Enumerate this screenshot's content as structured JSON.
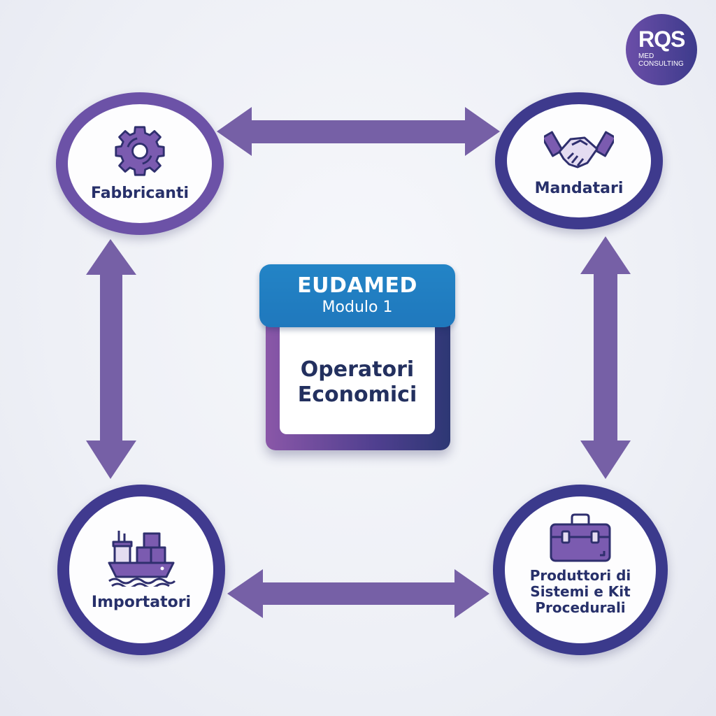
{
  "logo": {
    "brand": "RQS",
    "line1": "MED",
    "line2": "CONSULTING"
  },
  "center": {
    "header_title": "EUDAMED",
    "header_subtitle": "Modulo 1",
    "body_line1": "Operatori",
    "body_line2": "Economici"
  },
  "nodes": [
    {
      "id": "fabbricanti",
      "label": "Fabbricanti",
      "icon": "gear-icon"
    },
    {
      "id": "mandatari",
      "label": "Mandatari",
      "icon": "handshake-icon"
    },
    {
      "id": "importatori",
      "label": "Importatori",
      "icon": "cargo-ship-icon"
    },
    {
      "id": "produttori",
      "label_lines": [
        "Produttori di",
        "Sistemi e Kit",
        "Procedurali"
      ],
      "icon": "toolbox-icon"
    }
  ],
  "connections": [
    {
      "from": "fabbricanti",
      "to": "mandatari",
      "type": "bidirectional"
    },
    {
      "from": "fabbricanti",
      "to": "importatori",
      "type": "bidirectional"
    },
    {
      "from": "mandatari",
      "to": "produttori",
      "type": "bidirectional"
    },
    {
      "from": "importatori",
      "to": "produttori",
      "type": "bidirectional"
    }
  ],
  "colors": {
    "arrow": "#7660a6",
    "header_blue": "#2180c3",
    "label_navy": "#27306a",
    "ring_purple": "#6c52a7",
    "ring_indigo": "#3e3a8d"
  }
}
